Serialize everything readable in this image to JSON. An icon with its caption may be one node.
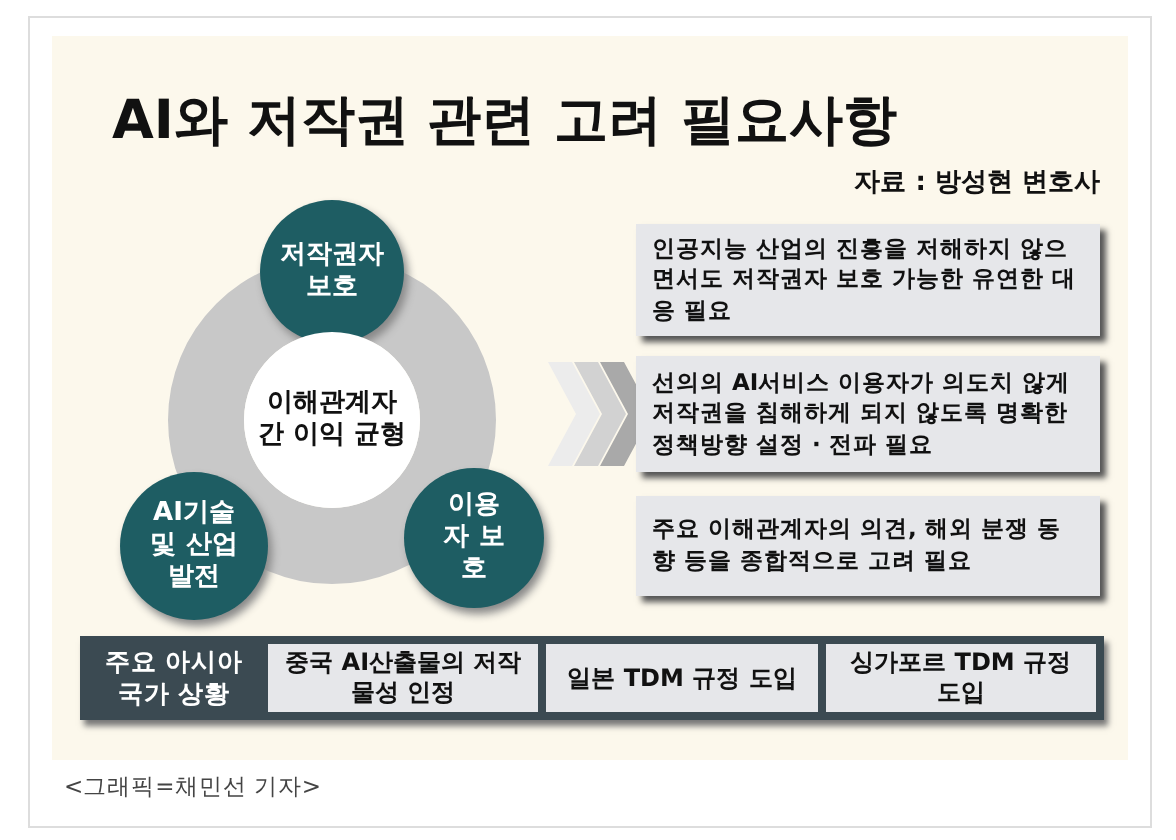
{
  "diagram": {
    "title": "AI와 저작권 관련 고려 필요사항",
    "caption": "<그래픽=채민선 기자>",
    "nodes": [
      {
        "text": [
          "저작권자 보호"
        ]
      },
      {
        "text": [
          "이해관계자 간 이익 균형"
        ]
      },
      {
        "text": [
          "AI기술 및 산업 발전"
        ]
      },
      {
        "text": [
          "이용자 보호"
        ]
      },
      {
        "text": [
          "인공지능 산업의 진흥을 저해하지 않으면서도 저작권자 보호 가능한 유연한 대응 필요"
        ]
      },
      {
        "text": [
          "선의의 AI서비스 이용자가 의도치 않게 저작권을 침해하게 되지 않도록 명확한 정책방향 설정 · 전파 필요"
        ]
      },
      {
        "text": [
          "주요 이해관계자의 의견, 해외 분쟁 동향 등을 종합적으로 고려 필요"
        ]
      }
    ],
    "edges": [
      {
        "from": 3,
        "to": 5,
        "arrow": "to"
      }
    ],
    "labels": [
      "자료 : 방성현 변호사",
      "주요 아시아 국가 상황",
      "중국 AI산출물의 저작물성 인정",
      "일본 TDM 규정 도입",
      "싱가포르 TDM 규정 도입"
    ]
  }
}
